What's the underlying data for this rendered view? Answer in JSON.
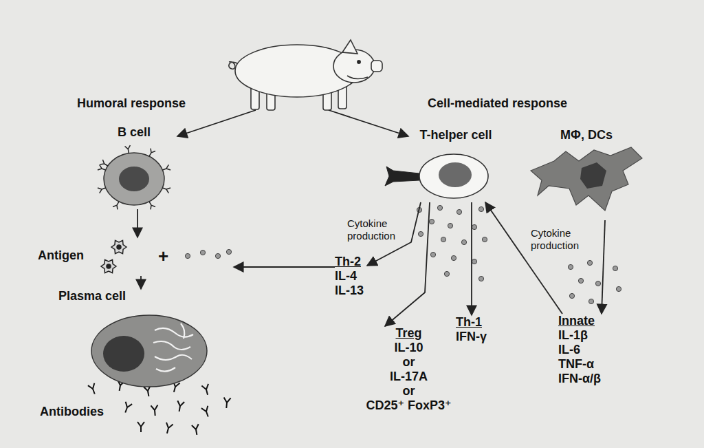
{
  "diagram": {
    "nodes": [
      {
        "text": [
          "B cell"
        ]
      },
      {
        "text": [
          "Antigen"
        ]
      },
      {
        "text": [
          "Plasma cell"
        ]
      },
      {
        "text": [
          "T-helper cell"
        ]
      },
      {
        "text": [
          "MΦ, DCs"
        ]
      },
      {
        "text": [
          "Th-2",
          "IL-4",
          "IL-13"
        ]
      },
      {
        "text": [
          "Th-1",
          "IFN-γ"
        ]
      },
      {
        "text": [
          "Treg",
          "IL-10",
          "or",
          "IL-17A",
          "or",
          "CD25⁺ FoxP3⁺"
        ]
      },
      {
        "text": [
          "Innate",
          "IL-1β",
          "IL-6",
          "TNF-α",
          "IFN-α/β"
        ]
      }
    ],
    "edges": [
      {
        "from": 0,
        "to": 1,
        "arrow": "to"
      },
      {
        "from": 1,
        "to": 2,
        "arrow": "to"
      },
      {
        "from": 5,
        "to": 1,
        "arrow": "to"
      },
      {
        "from": 3,
        "to": 5,
        "arrow": "to"
      },
      {
        "from": 3,
        "to": 7,
        "arrow": "to"
      },
      {
        "from": 3,
        "to": 6,
        "arrow": "to"
      },
      {
        "from": 4,
        "to": 8,
        "arrow": "to"
      },
      {
        "from": 8,
        "to": 3,
        "arrow": "to"
      }
    ],
    "labels": [
      "Humoral response",
      "Cell-mediated response",
      "Cytokine production",
      "Cytokine production",
      "+",
      "Antibodies"
    ]
  }
}
